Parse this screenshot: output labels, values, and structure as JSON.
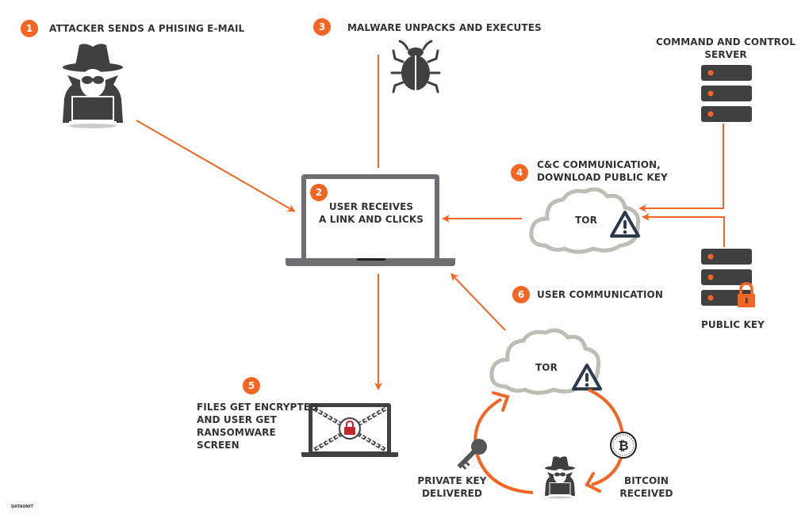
{
  "colors": {
    "accent": "#f26522",
    "dark": "#404040",
    "laptop": "#6d6e71",
    "cloud": "#bcbdb5",
    "warning": "#2b3a4d",
    "lock_red": "#c1272d"
  },
  "steps": [
    {
      "number": "1",
      "label": "ATTACKER SENDS A PHISING E-MAIL"
    },
    {
      "number": "2",
      "label_line1": "USER RECEIVES",
      "label_line2": "A LINK AND CLICKS"
    },
    {
      "number": "3",
      "label": "MALWARE UNPACKS AND EXECUTES"
    },
    {
      "number": "4",
      "label_line1": "C&C COMMUNICATION,",
      "label_line2": "DOWNLOAD PUBLIC KEY"
    },
    {
      "number": "5",
      "label_line1": "FILES GET ENCRYPTED",
      "label_line2": "AND USER GET",
      "label_line3": "RANSOMWARE",
      "label_line4": "SCREEN"
    },
    {
      "number": "6",
      "label": "USER COMMUNICATION"
    }
  ],
  "nodes": {
    "cc_server": {
      "line1": "COMMAND AND CONTROL",
      "line2": "SERVER",
      "icon": "server-icon"
    },
    "public_key": {
      "label": "PUBLIC KEY",
      "icon": "server-lock-icon"
    },
    "tor_top": {
      "label": "TOR",
      "icon": "cloud-icon"
    },
    "tor_bottom": {
      "label": "TOR",
      "icon": "cloud-icon"
    },
    "private_key": {
      "line1": "PRIVATE KEY",
      "line2": "DELIVERED",
      "icon": "key-icon"
    },
    "bitcoin": {
      "line1": "BITCOIN",
      "line2": "RECEIVED",
      "icon": "bitcoin-icon"
    },
    "attacker": {
      "icon": "hacker-icon"
    },
    "malware": {
      "icon": "bug-icon"
    }
  },
  "footer": {
    "brand": "DATAUNIT"
  }
}
